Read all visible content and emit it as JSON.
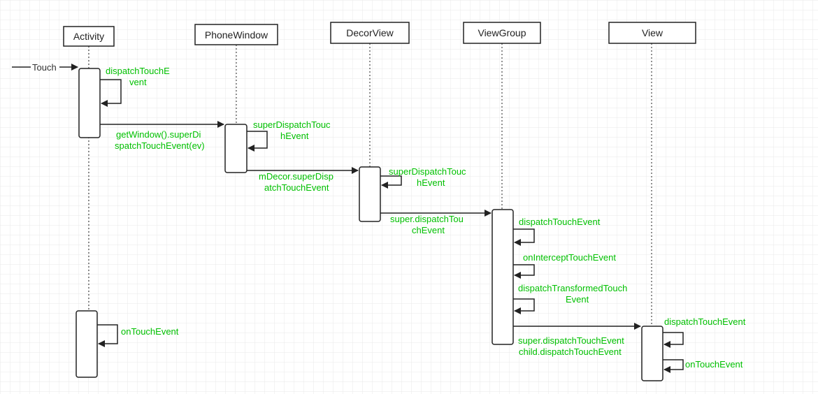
{
  "colors": {
    "grid": "#e6e6e6",
    "line": "#222222",
    "label": "#00c000",
    "box_fill": "#ffffff"
  },
  "participants": [
    {
      "key": "activity",
      "label": "Activity"
    },
    {
      "key": "phonewindow",
      "label": "PhoneWindow"
    },
    {
      "key": "decorview",
      "label": "DecorView"
    },
    {
      "key": "viewgroup",
      "label": "ViewGroup"
    },
    {
      "key": "view",
      "label": "View"
    }
  ],
  "trigger": {
    "label": "Touch"
  },
  "messages": {
    "activity_dispatch": {
      "line1": "dispatchTouchE",
      "line2": "vent"
    },
    "get_window": {
      "line1": "getWindow().superDi",
      "line2": "spatchTouchEvent(ev)"
    },
    "pw_super_dispatch": {
      "line1": "superDispatchTouc",
      "line2": "hEvent"
    },
    "mdecor": {
      "line1": "mDecor.superDisp",
      "line2": "atchTouchEvent"
    },
    "dv_super_dispatch": {
      "line1": "superDispatchTouc",
      "line2": "hEvent"
    },
    "super_dispatch": {
      "line1": "super.dispatchTou",
      "line2": "chEvent"
    },
    "vg_dispatch": {
      "line1": "dispatchTouchEvent"
    },
    "vg_intercept": {
      "line1": "onInterceptTouchEvent"
    },
    "vg_transformed": {
      "line1": "dispatchTransformedTouch",
      "line2": "Event"
    },
    "vg_to_view": {
      "line1": "super.dispatchTouchEvent",
      "line2": "child.dispatchTouchEvent"
    },
    "view_dispatch": {
      "line1": "dispatchTouchEvent"
    },
    "view_ontouch": {
      "line1": "onTouchEvent"
    },
    "activity_ontouch": {
      "line1": "onTouchEvent"
    }
  }
}
